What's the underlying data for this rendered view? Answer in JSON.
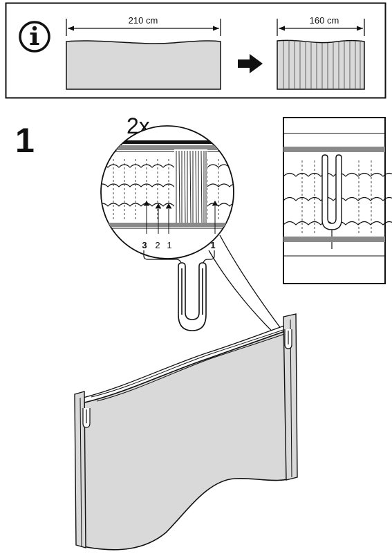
{
  "info_panel": {
    "icon": "info-icon",
    "before_width_label": "210 cm",
    "after_width_label": "160 cm",
    "arrow_icon": "right-arrow-icon"
  },
  "step": {
    "number": "1",
    "quantity_label": "2x",
    "pleat_position_labels": [
      "3",
      "2",
      "1"
    ],
    "alt_position_label": "1"
  },
  "colors": {
    "line": "#111111",
    "fabric": "#d9d9d9",
    "fabric_dark": "#bdbdbd",
    "background": "#ffffff"
  }
}
